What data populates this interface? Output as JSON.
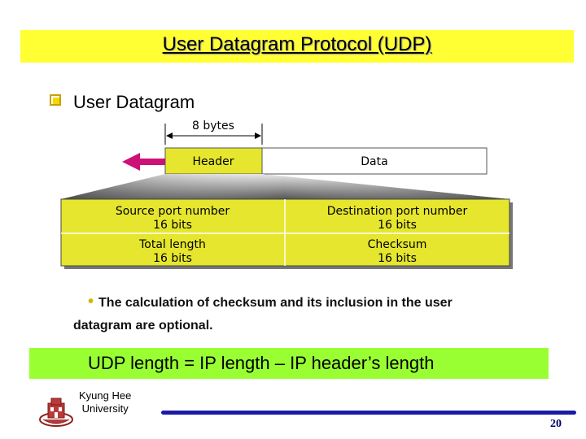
{
  "slide": {
    "title": "User Datagram Protocol (UDP)",
    "heading": "User Datagram",
    "note": "The calculation of checksum and its inclusion in the user datagram are optional.",
    "formula": "UDP length =  IP length – IP header’s length",
    "university": [
      "Kyung Hee",
      "University"
    ],
    "page_number": "20"
  },
  "diagram": {
    "size_label": "8 bytes",
    "header_label": "Header",
    "data_label": "Data",
    "fields": [
      {
        "name": "Source port number",
        "size": "16 bits"
      },
      {
        "name": "Destination port number",
        "size": "16 bits"
      },
      {
        "name": "Total length",
        "size": "16 bits"
      },
      {
        "name": "Checksum",
        "size": "16 bits"
      }
    ]
  },
  "colors": {
    "title_bar": "#ffff33",
    "field_fill": "#e6e62e",
    "header_fill": "#e6e62e",
    "arrow": "#cc1177",
    "formula_bar": "#99ff33",
    "footer_line": "#1a1aa8"
  }
}
